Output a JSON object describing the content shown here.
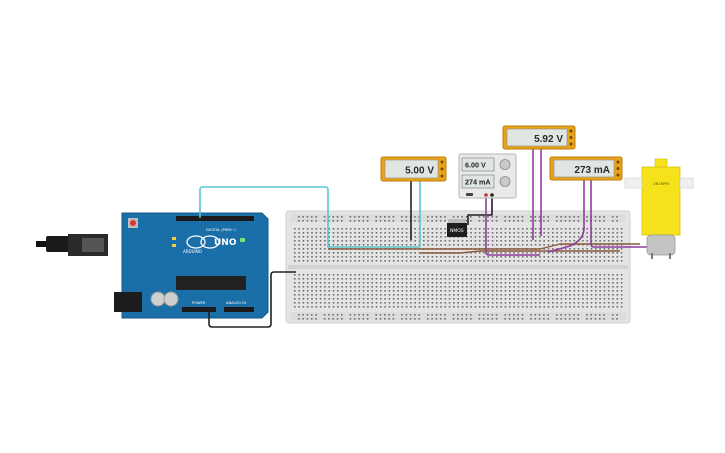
{
  "multimeters": {
    "left": {
      "reading": "5.00 V"
    },
    "top": {
      "reading": "5.92 V"
    },
    "right": {
      "reading": "273 mA"
    }
  },
  "power_supply": {
    "voltage": "6.00 V",
    "current": "274 mA"
  },
  "regulator": {
    "label": "NMOS"
  },
  "arduino": {
    "logo": "UNO",
    "brand": "ARDUINO",
    "digital_label": "DIGITAL (PWM~)",
    "power_label": "POWER",
    "analog_label": "ANALOG IN"
  },
  "motor": {
    "label": "261RPM"
  },
  "colors": {
    "meter_frame": "#e8a317",
    "lcd": "#dfe6e2",
    "breadboard": "#e4e4e4",
    "arduino": "#1b6fa8",
    "motor": "#f5e21b",
    "wire_teal": "#5bc4cf",
    "wire_black": "#222222",
    "wire_purple": "#8e3d9a",
    "wire_brown": "#8a5a3c"
  }
}
